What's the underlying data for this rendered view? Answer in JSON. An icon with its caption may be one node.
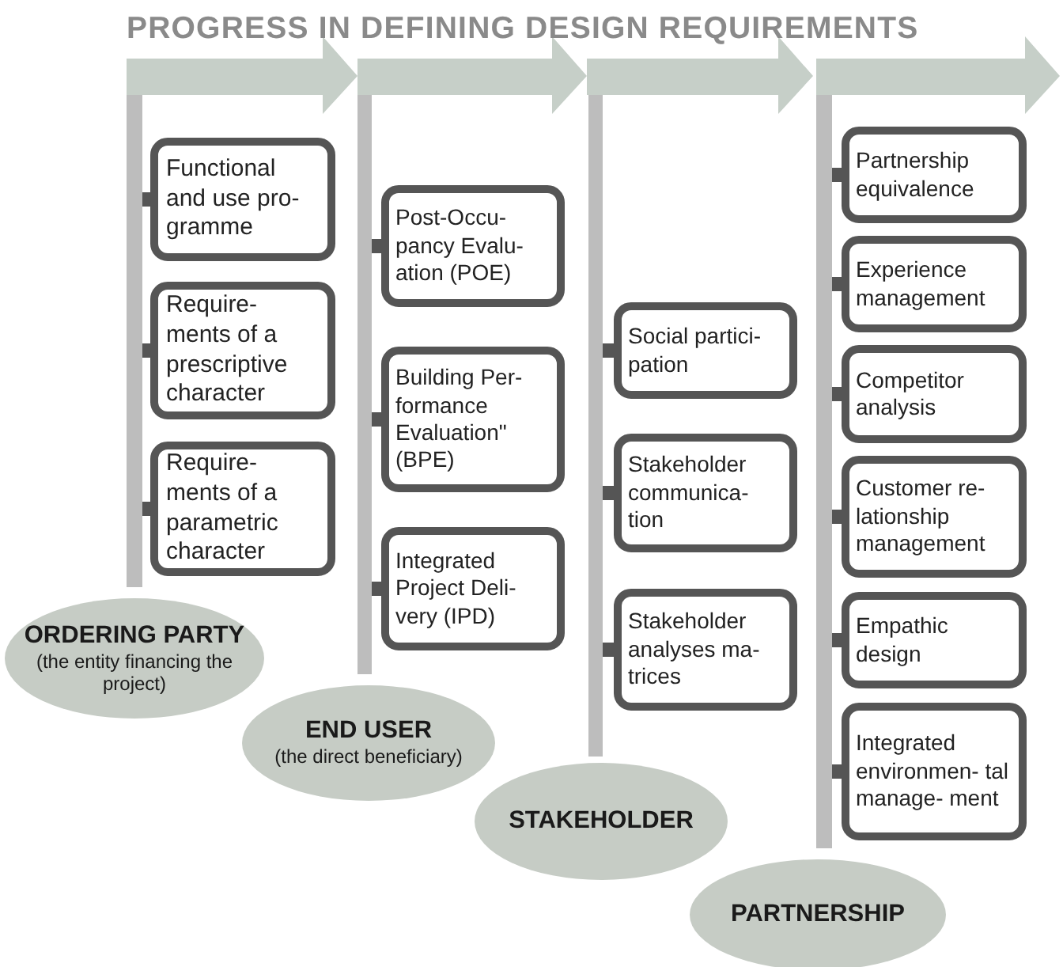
{
  "diagram": {
    "title": "PROGRESS IN DEFINING DESIGN REQUIREMENTS",
    "nodes": [
      {
        "text": [],
        "shape": "bar"
      },
      {
        "text": [
          "Functional and use pro- gramme"
        ]
      },
      {
        "text": [
          "Require- ments of a prescriptive character"
        ]
      },
      {
        "text": [
          "Require- ments of a parametric character"
        ]
      },
      {
        "text": [
          "ORDERING PARTY",
          "(the entity financing the project)"
        ]
      },
      {
        "text": [],
        "shape": "bar"
      },
      {
        "text": [
          "Post-Occu- pancy Evalu- ation (POE)"
        ]
      },
      {
        "text": [
          "Building Per- formance Evaluation\" (BPE)"
        ]
      },
      {
        "text": [
          "Integrated Project Deli- very (IPD)"
        ]
      },
      {
        "text": [
          "END USER",
          "(the direct beneficiary)"
        ]
      },
      {
        "text": [],
        "shape": "bar"
      },
      {
        "text": [
          "Social partici- pation"
        ]
      },
      {
        "text": [
          "Stakeholder communica- tion"
        ]
      },
      {
        "text": [
          "Stakeholder analyses ma- trices"
        ]
      },
      {
        "text": [
          "STAKEHOLDER"
        ]
      },
      {
        "text": [],
        "shape": "bar"
      },
      {
        "text": [
          "Partnership equivalence"
        ]
      },
      {
        "text": [
          "Experience management"
        ]
      },
      {
        "text": [
          "Competitor analysis"
        ]
      },
      {
        "text": [
          "Customer re- lationship management"
        ]
      },
      {
        "text": [
          "Empathic design"
        ]
      },
      {
        "text": [
          "Integrated environmen- tal manage- ment"
        ]
      },
      {
        "text": [
          "PARTNERSHIP"
        ]
      }
    ],
    "edges": [
      {
        "from": 0,
        "to": 1,
        "arrow": "none"
      },
      {
        "from": 0,
        "to": 2,
        "arrow": "none"
      },
      {
        "from": 0,
        "to": 3,
        "arrow": "none"
      },
      {
        "from": 5,
        "to": 6,
        "arrow": "none"
      },
      {
        "from": 5,
        "to": 7,
        "arrow": "none"
      },
      {
        "from": 5,
        "to": 8,
        "arrow": "none"
      },
      {
        "from": 10,
        "to": 11,
        "arrow": "none"
      },
      {
        "from": 10,
        "to": 12,
        "arrow": "none"
      },
      {
        "from": 10,
        "to": 13,
        "arrow": "none"
      },
      {
        "from": 15,
        "to": 16,
        "arrow": "none"
      },
      {
        "from": 15,
        "to": 17,
        "arrow": "none"
      },
      {
        "from": 15,
        "to": 18,
        "arrow": "none"
      },
      {
        "from": 15,
        "to": 19,
        "arrow": "none"
      },
      {
        "from": 15,
        "to": 20,
        "arrow": "none"
      },
      {
        "from": 15,
        "to": 21,
        "arrow": "none"
      }
    ]
  }
}
